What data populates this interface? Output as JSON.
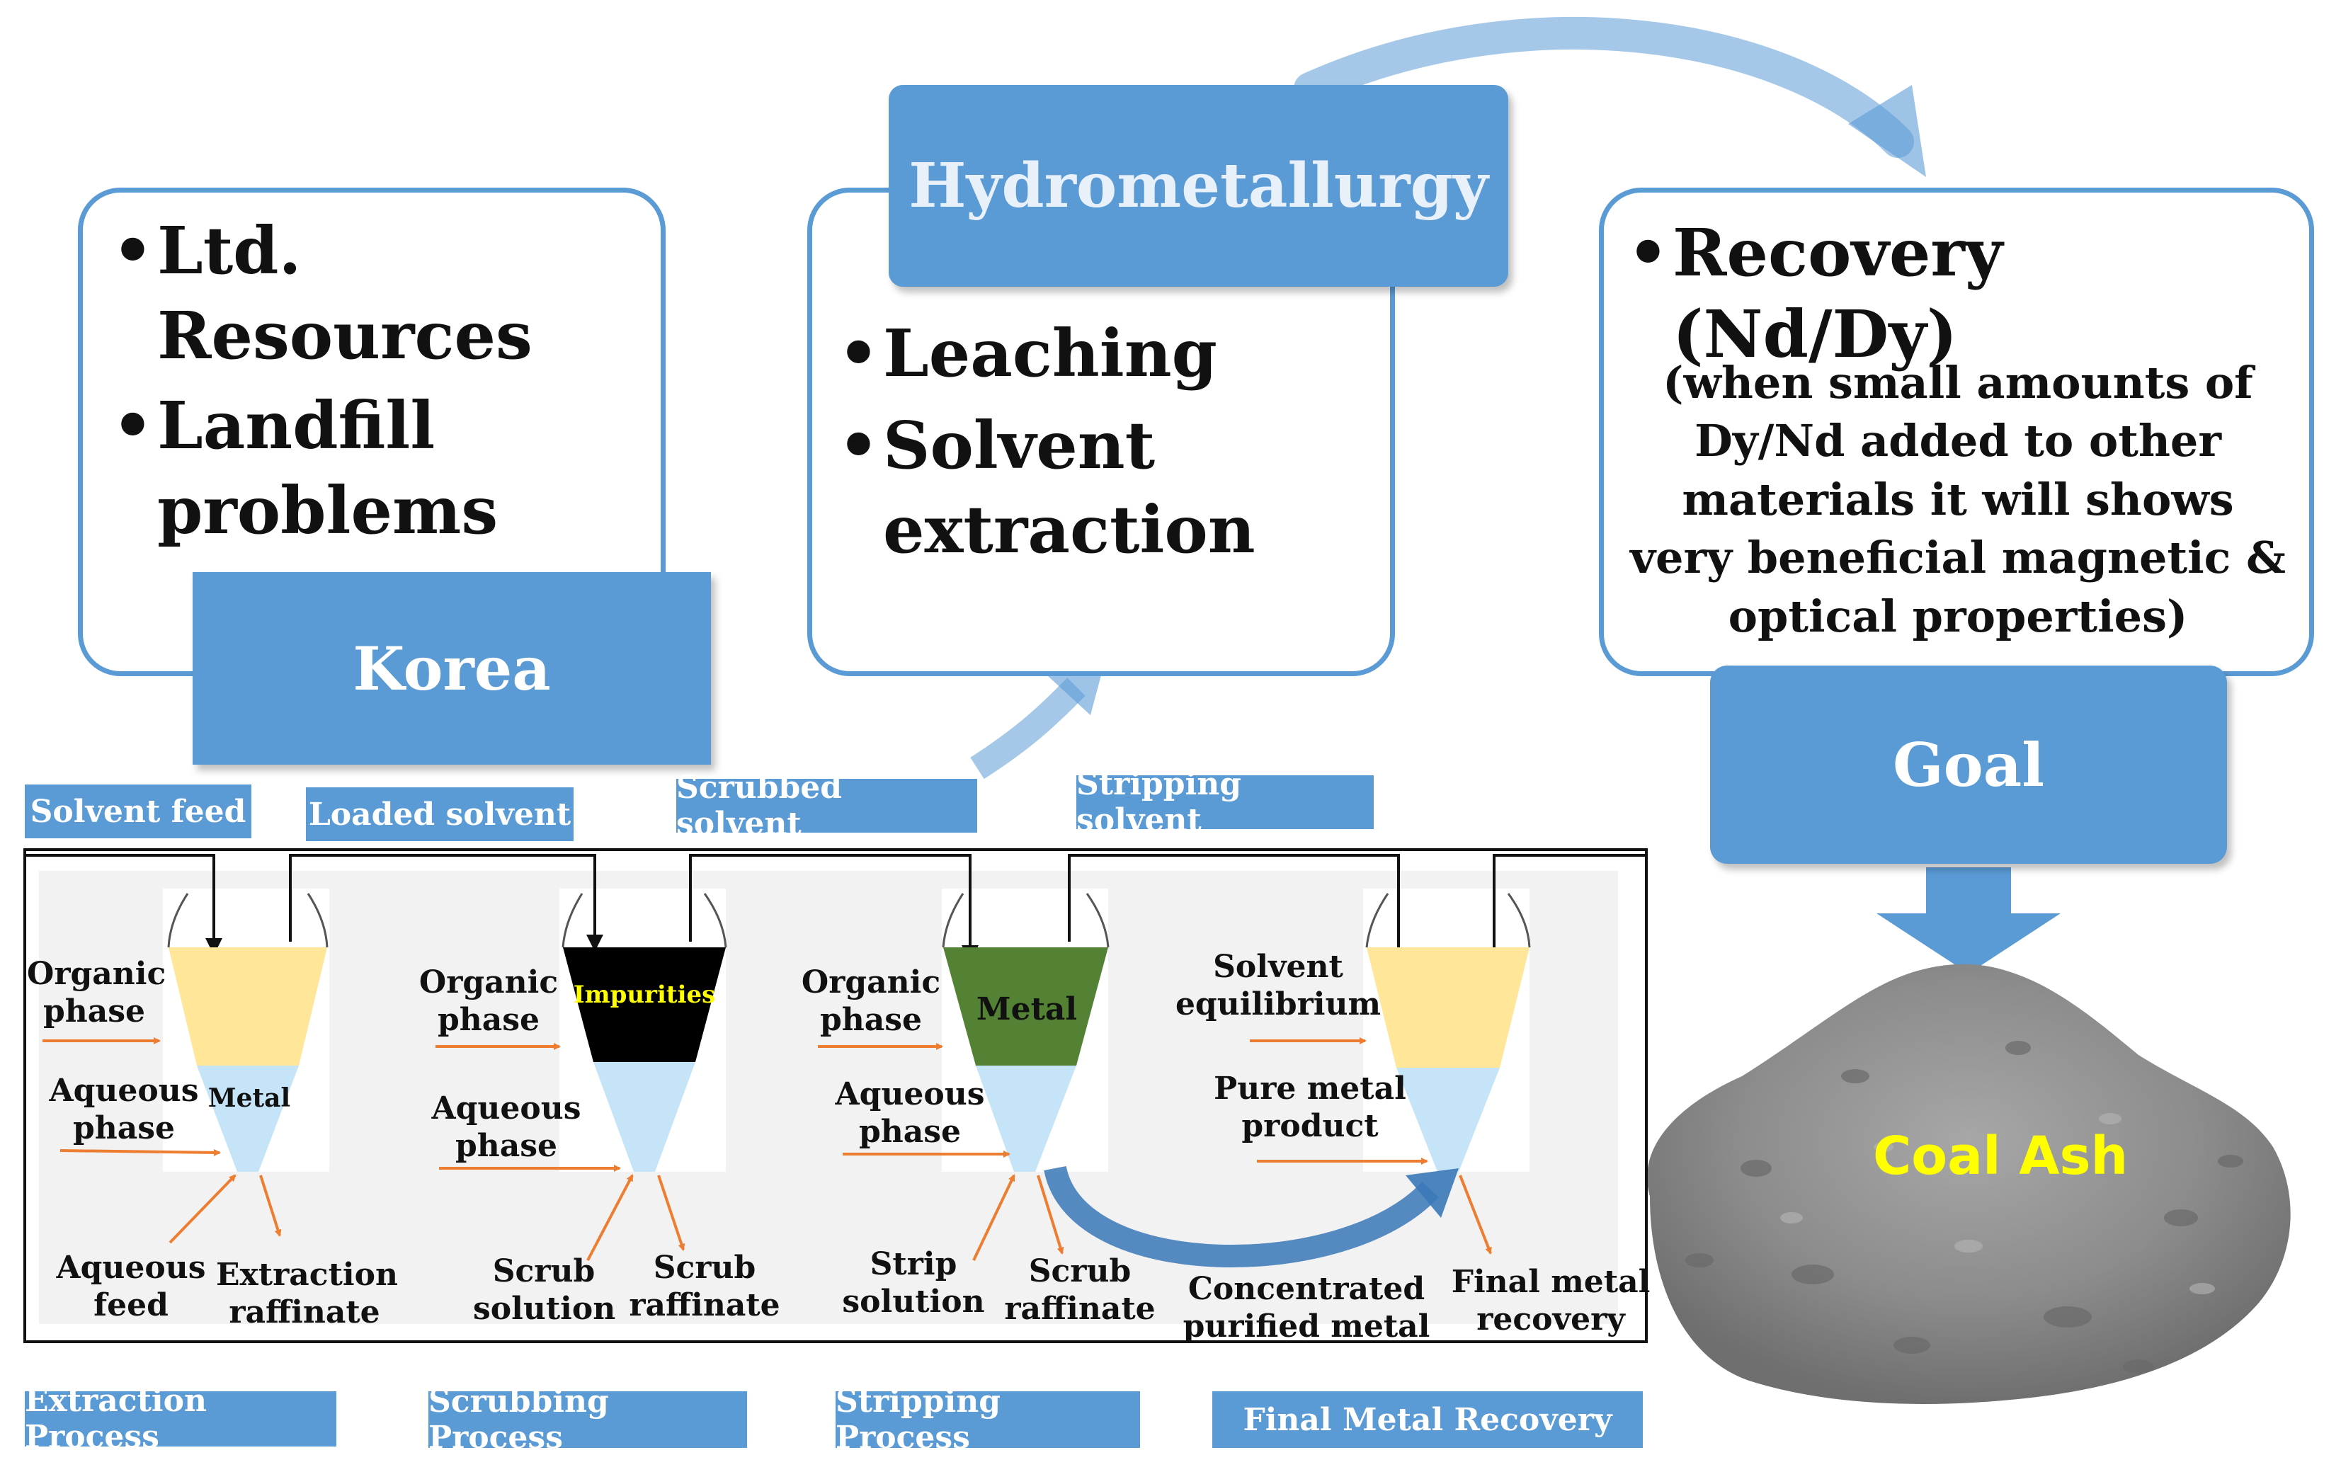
{
  "left_panel": {
    "bullets": [
      "Ltd. Resources",
      "Landfill problems"
    ],
    "tab": "Korea"
  },
  "middle_panel": {
    "tab": "Hydrometallurgy",
    "bullets": [
      "Leaching",
      "Solvent extraction"
    ]
  },
  "right_panel": {
    "bullets": [
      "Recovery (Nd/Dy)"
    ],
    "note": "(when small amounts of Dy/Nd added to other materials it will shows very beneficial magnetic & optical properties)",
    "tab": "Goal"
  },
  "coal_ash": {
    "label": "Coal Ash"
  },
  "process": {
    "solvent_labels": [
      "Solvent feed",
      "Loaded solvent",
      "Scrubbed solvent",
      "Stripping solvent"
    ],
    "stage_labels": [
      "Extraction Process",
      "Scrubbing Process",
      "Stripping Process",
      "Final Metal Recovery"
    ],
    "funnel_labels": {
      "metal_small": "Metal",
      "impurities": "Impurities",
      "metal": "Metal"
    },
    "extraction": {
      "organic": "Organic phase",
      "aqueous": "Aqueous phase",
      "feed": "Aqueous feed",
      "raffinate": "Extraction raffinate"
    },
    "scrubbing": {
      "organic": "Organic phase",
      "aqueous": "Aqueous phase",
      "solution": "Scrub solution",
      "raffinate": "Scrub raffinate"
    },
    "stripping": {
      "organic": "Organic phase",
      "aqueous": "Aqueous phase",
      "solution": "Strip solution",
      "raffinate": "Scrub raffinate"
    },
    "final": {
      "solvent": "Solvent equilibrium",
      "pure": "Pure metal product",
      "concentrated": "Concentrated purified metal",
      "recovery": "Final metal recovery"
    }
  },
  "colors": {
    "accent": "#5b9bd5",
    "organic": "#ffe699",
    "aqueous": "#c5e4f7",
    "impurities": "#000000",
    "metal": "#548235",
    "arrow": "#ed7d31"
  }
}
